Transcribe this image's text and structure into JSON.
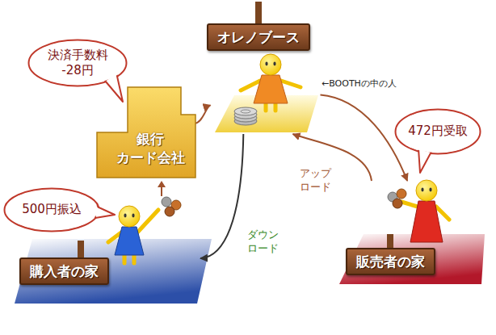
{
  "diagram": {
    "nodes": [
      {
        "text": [
          "オレノブース"
        ]
      },
      {
        "text": [
          "決済手数料 -28円"
        ]
      },
      {
        "text": [
          "銀行 カード会社"
        ]
      },
      {
        "text": [
          "472円受取"
        ]
      },
      {
        "text": [
          "500円振込"
        ]
      },
      {
        "text": [
          "購入者の家"
        ]
      },
      {
        "text": [
          "販売者の家"
        ]
      }
    ],
    "edges": [
      {
        "from": 2,
        "to": 0,
        "arrow": "to"
      },
      {
        "from": 0,
        "to": 6,
        "arrow": "to"
      },
      {
        "from": 6,
        "to": 0,
        "label": "アップ ロード",
        "arrow": "to"
      },
      {
        "from": 0,
        "to": 5,
        "label": "ダウン ロード",
        "arrow": "to"
      }
    ],
    "labels": [
      "←BOOTHの中の人"
    ]
  }
}
